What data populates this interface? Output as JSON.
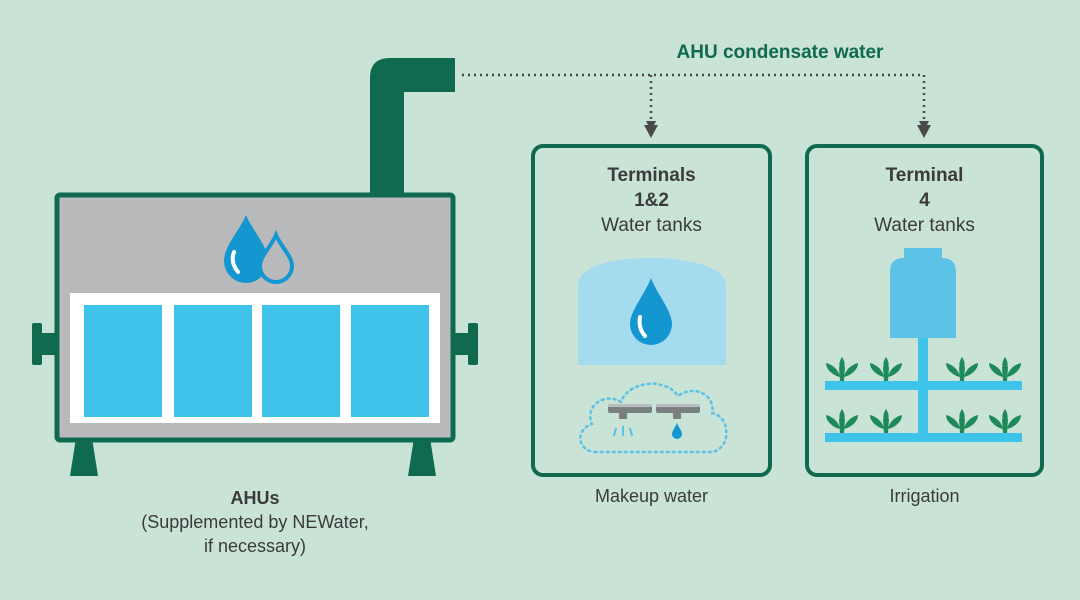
{
  "flow": {
    "label": "AHU condensate water"
  },
  "ahu": {
    "title": "AHUs",
    "subtitle_line1": "(Supplemented by NEWater,",
    "subtitle_line2": "if necessary)"
  },
  "terminal_a": {
    "name_line1": "Terminals",
    "name_line2": "1&2",
    "tanks": "Water tanks",
    "use": "Makeup water"
  },
  "terminal_b": {
    "name_line1": "Terminal",
    "name_line2": "4",
    "tanks": "Water tanks",
    "use": "Irrigation"
  },
  "colors": {
    "background": "#c9e3d6",
    "dark_green": "#0f6a4f",
    "grey_panel": "#b9babc",
    "cyan": "#3ec4ea",
    "tank_light": "#a5dbef",
    "tank_blue": "#5cc2e6",
    "drop_blue": "#1496d0",
    "plant_green": "#1e8a5a"
  },
  "icons": {
    "ahu_drops": "water-drops-icon",
    "tank_drop": "water-drop-icon",
    "cloud": "cloud-icon",
    "faucet": "faucet-icon",
    "plant": "plant-icon"
  }
}
